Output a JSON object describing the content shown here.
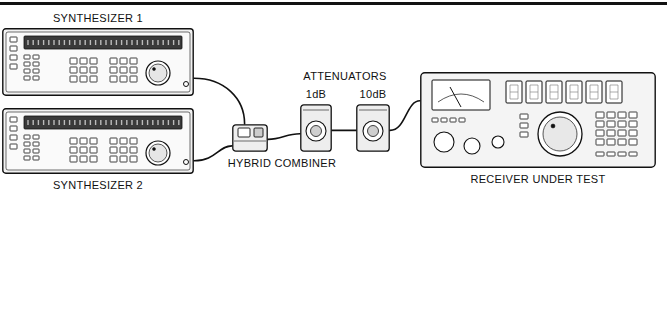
{
  "diagram": {
    "nodes": [
      {
        "text": [
          "SYNTHESIZER 1"
        ]
      },
      {
        "text": [
          "SYNTHESIZER 2"
        ]
      },
      {
        "text": [
          "HYBRID COMBINER"
        ]
      },
      {
        "text": [
          "1dB"
        ]
      },
      {
        "text": [
          "10dB"
        ]
      },
      {
        "text": [
          "RECEIVER UNDER TEST"
        ]
      }
    ],
    "edges": [
      {
        "from": 0,
        "to": 2,
        "arrow": "none"
      },
      {
        "from": 1,
        "to": 2,
        "arrow": "none"
      },
      {
        "from": 2,
        "to": 3,
        "arrow": "none"
      },
      {
        "from": 3,
        "to": 4,
        "arrow": "none"
      },
      {
        "from": 4,
        "to": 5,
        "arrow": "none"
      }
    ],
    "labels": [
      "ATTENUATORS"
    ]
  }
}
